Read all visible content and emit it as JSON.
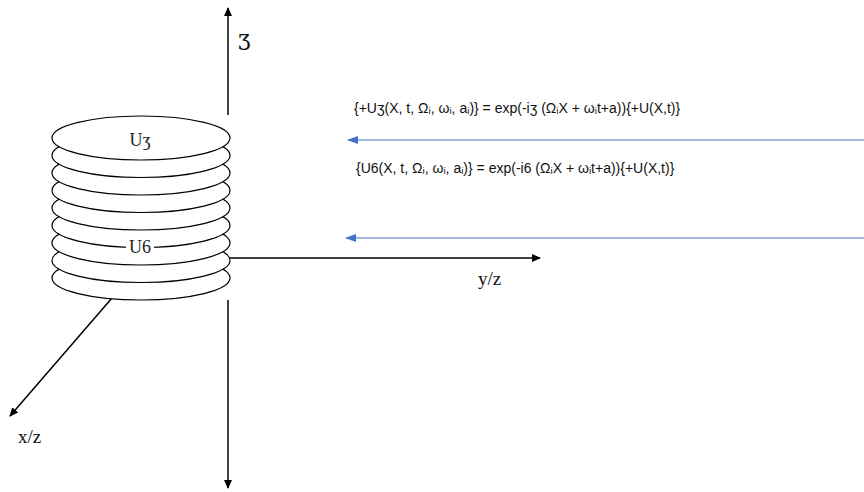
{
  "diagram": {
    "nodes": [
      {
        "text": [
          "Uʒ"
        ]
      },
      {
        "text": [
          "U6"
        ]
      }
    ],
    "labels": [
      "Ʒ",
      "y/z",
      "x/z",
      "{+Uʒ(X, t, Ωᵢ, ωᵢ, aᵢ)} = exp(-iʒ (ΩᵢX + ωᵢt+a)){+U(X,t)}",
      "{U6(X, t, Ωᵢ, ωᵢ, aᵢ)} = exp(-i6 (ΩᵢX + ωᵢt+a)){+U(X,t)}"
    ]
  }
}
